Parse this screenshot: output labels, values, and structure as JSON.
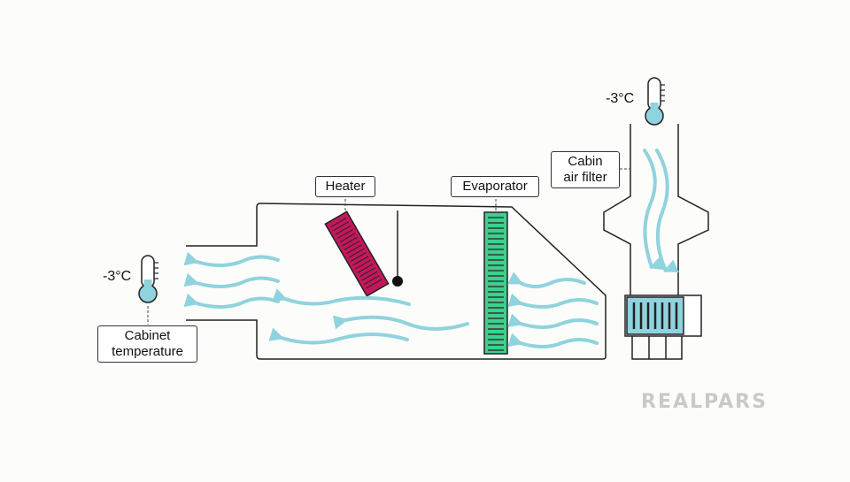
{
  "labels": {
    "heater": "Heater",
    "evaporator": "Evaporator",
    "cabin_filter_line1": "Cabin",
    "cabin_filter_line2": "air filter",
    "cabinet_temp_line1": "Cabinet",
    "cabinet_temp_line2": "temperature"
  },
  "readings": {
    "inlet_temperature": "-3°C",
    "cabinet_temperature": "-3°C"
  },
  "brand": {
    "logo_text": "REALPARS",
    "logo_color": "#c9c9c9"
  },
  "colors": {
    "airflow": "#8fd3de",
    "heater": "#c2185b",
    "evaporator": "#3ecf8e",
    "outline": "#222222",
    "thermometer_fill": "#8fd3de"
  }
}
